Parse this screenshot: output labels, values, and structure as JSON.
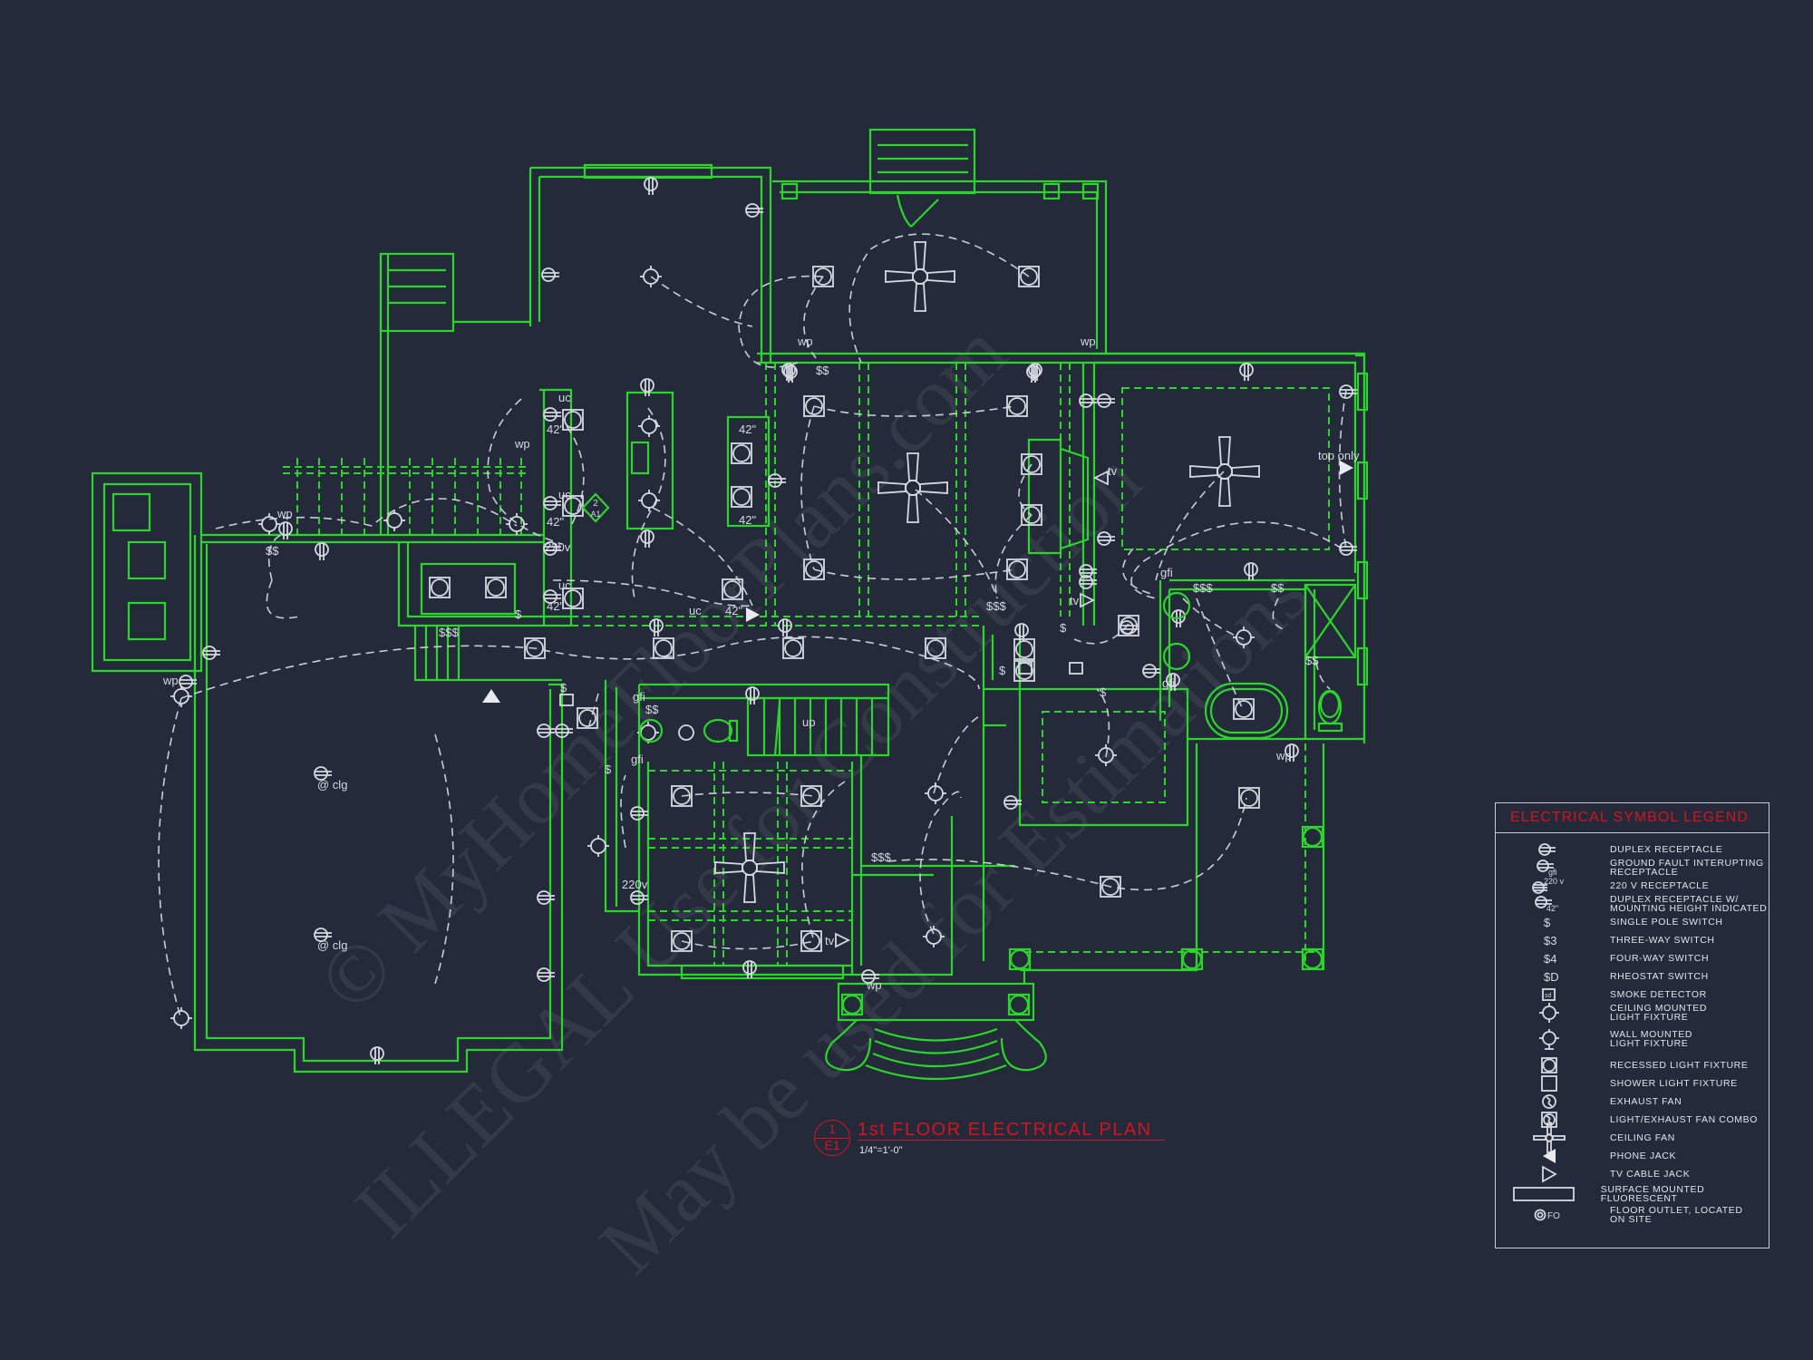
{
  "drawing": {
    "title": "1st FLOOR ELECTRICAL PLAN",
    "detail_number": "1",
    "sheet": "E1",
    "scale": "1/4\"=1'-0\"",
    "colors": {
      "background": "#252a3b",
      "walls": "#2bd62b",
      "symbols": "#d6d9e0",
      "title_red": "#d3141e"
    }
  },
  "watermarks": [
    "© MyHomeFloorPlans.com",
    "ILLEGAL Use for Construction",
    "May be used for Estimations"
  ],
  "plan_labels": {
    "wp": "wp",
    "gfi": "gfi",
    "uc": "uc",
    "h42": "42\"",
    "v220": "220v",
    "clg": "@ clg",
    "tv": "tv",
    "top_only": "top\nonly",
    "up": "up",
    "sd": "sd",
    "ss": "$$",
    "sss": "$$$",
    "s": "$",
    "s3": "$3",
    "tag_num": "2",
    "tag_sheet": "A1"
  },
  "legend": {
    "title": "ELECTRICAL SYMBOL LEGEND",
    "items": [
      {
        "icon": "duplex-receptacle",
        "label": "DUPLEX RECEPTACLE"
      },
      {
        "icon": "gfi-receptacle",
        "label": "GROUND FAULT INTERUPTING\nRECEPTACLE",
        "sub": "gfi"
      },
      {
        "icon": "220v-receptacle",
        "label": "220 V RECEPTACLE",
        "sub": "220 v"
      },
      {
        "icon": "duplex-receptacle-height",
        "label": "DUPLEX RECEPTACLE W/\nMOUNTING HEIGHT INDICATED",
        "sub": "42\""
      },
      {
        "icon": "single-pole-switch",
        "label": "SINGLE POLE SWITCH",
        "sub": "$"
      },
      {
        "icon": "three-way-switch",
        "label": "THREE-WAY SWITCH",
        "sub": "$3"
      },
      {
        "icon": "four-way-switch",
        "label": "FOUR-WAY SWITCH",
        "sub": "$4"
      },
      {
        "icon": "rheostat-switch",
        "label": "RHEOSTAT SWITCH",
        "sub": "$D"
      },
      {
        "icon": "smoke-detector",
        "label": "SMOKE DETECTOR",
        "sub": "sd"
      },
      {
        "icon": "ceiling-light",
        "label": "CEILING MOUNTED\nLIGHT FIXTURE"
      },
      {
        "icon": "wall-light",
        "label": "WALL MOUNTED\nLIGHT FIXTURE"
      },
      {
        "icon": "recessed-light",
        "label": "RECESSED LIGHT FIXTURE"
      },
      {
        "icon": "shower-light",
        "label": "SHOWER LIGHT FIXTURE"
      },
      {
        "icon": "exhaust-fan",
        "label": "EXHAUST FAN"
      },
      {
        "icon": "light-exhaust-combo",
        "label": "LIGHT/EXHAUST FAN COMBO"
      },
      {
        "icon": "ceiling-fan",
        "label": "CEILING FAN"
      },
      {
        "icon": "phone-jack",
        "label": "PHONE JACK"
      },
      {
        "icon": "tv-cable-jack",
        "label": "TV CABLE JACK"
      },
      {
        "icon": "surface-fluorescent",
        "label": "SURFACE MOUNTED FLUORESCENT"
      },
      {
        "icon": "floor-outlet",
        "label": "FLOOR OUTLET, LOCATED\nON SITE",
        "sub": "FO"
      }
    ]
  }
}
